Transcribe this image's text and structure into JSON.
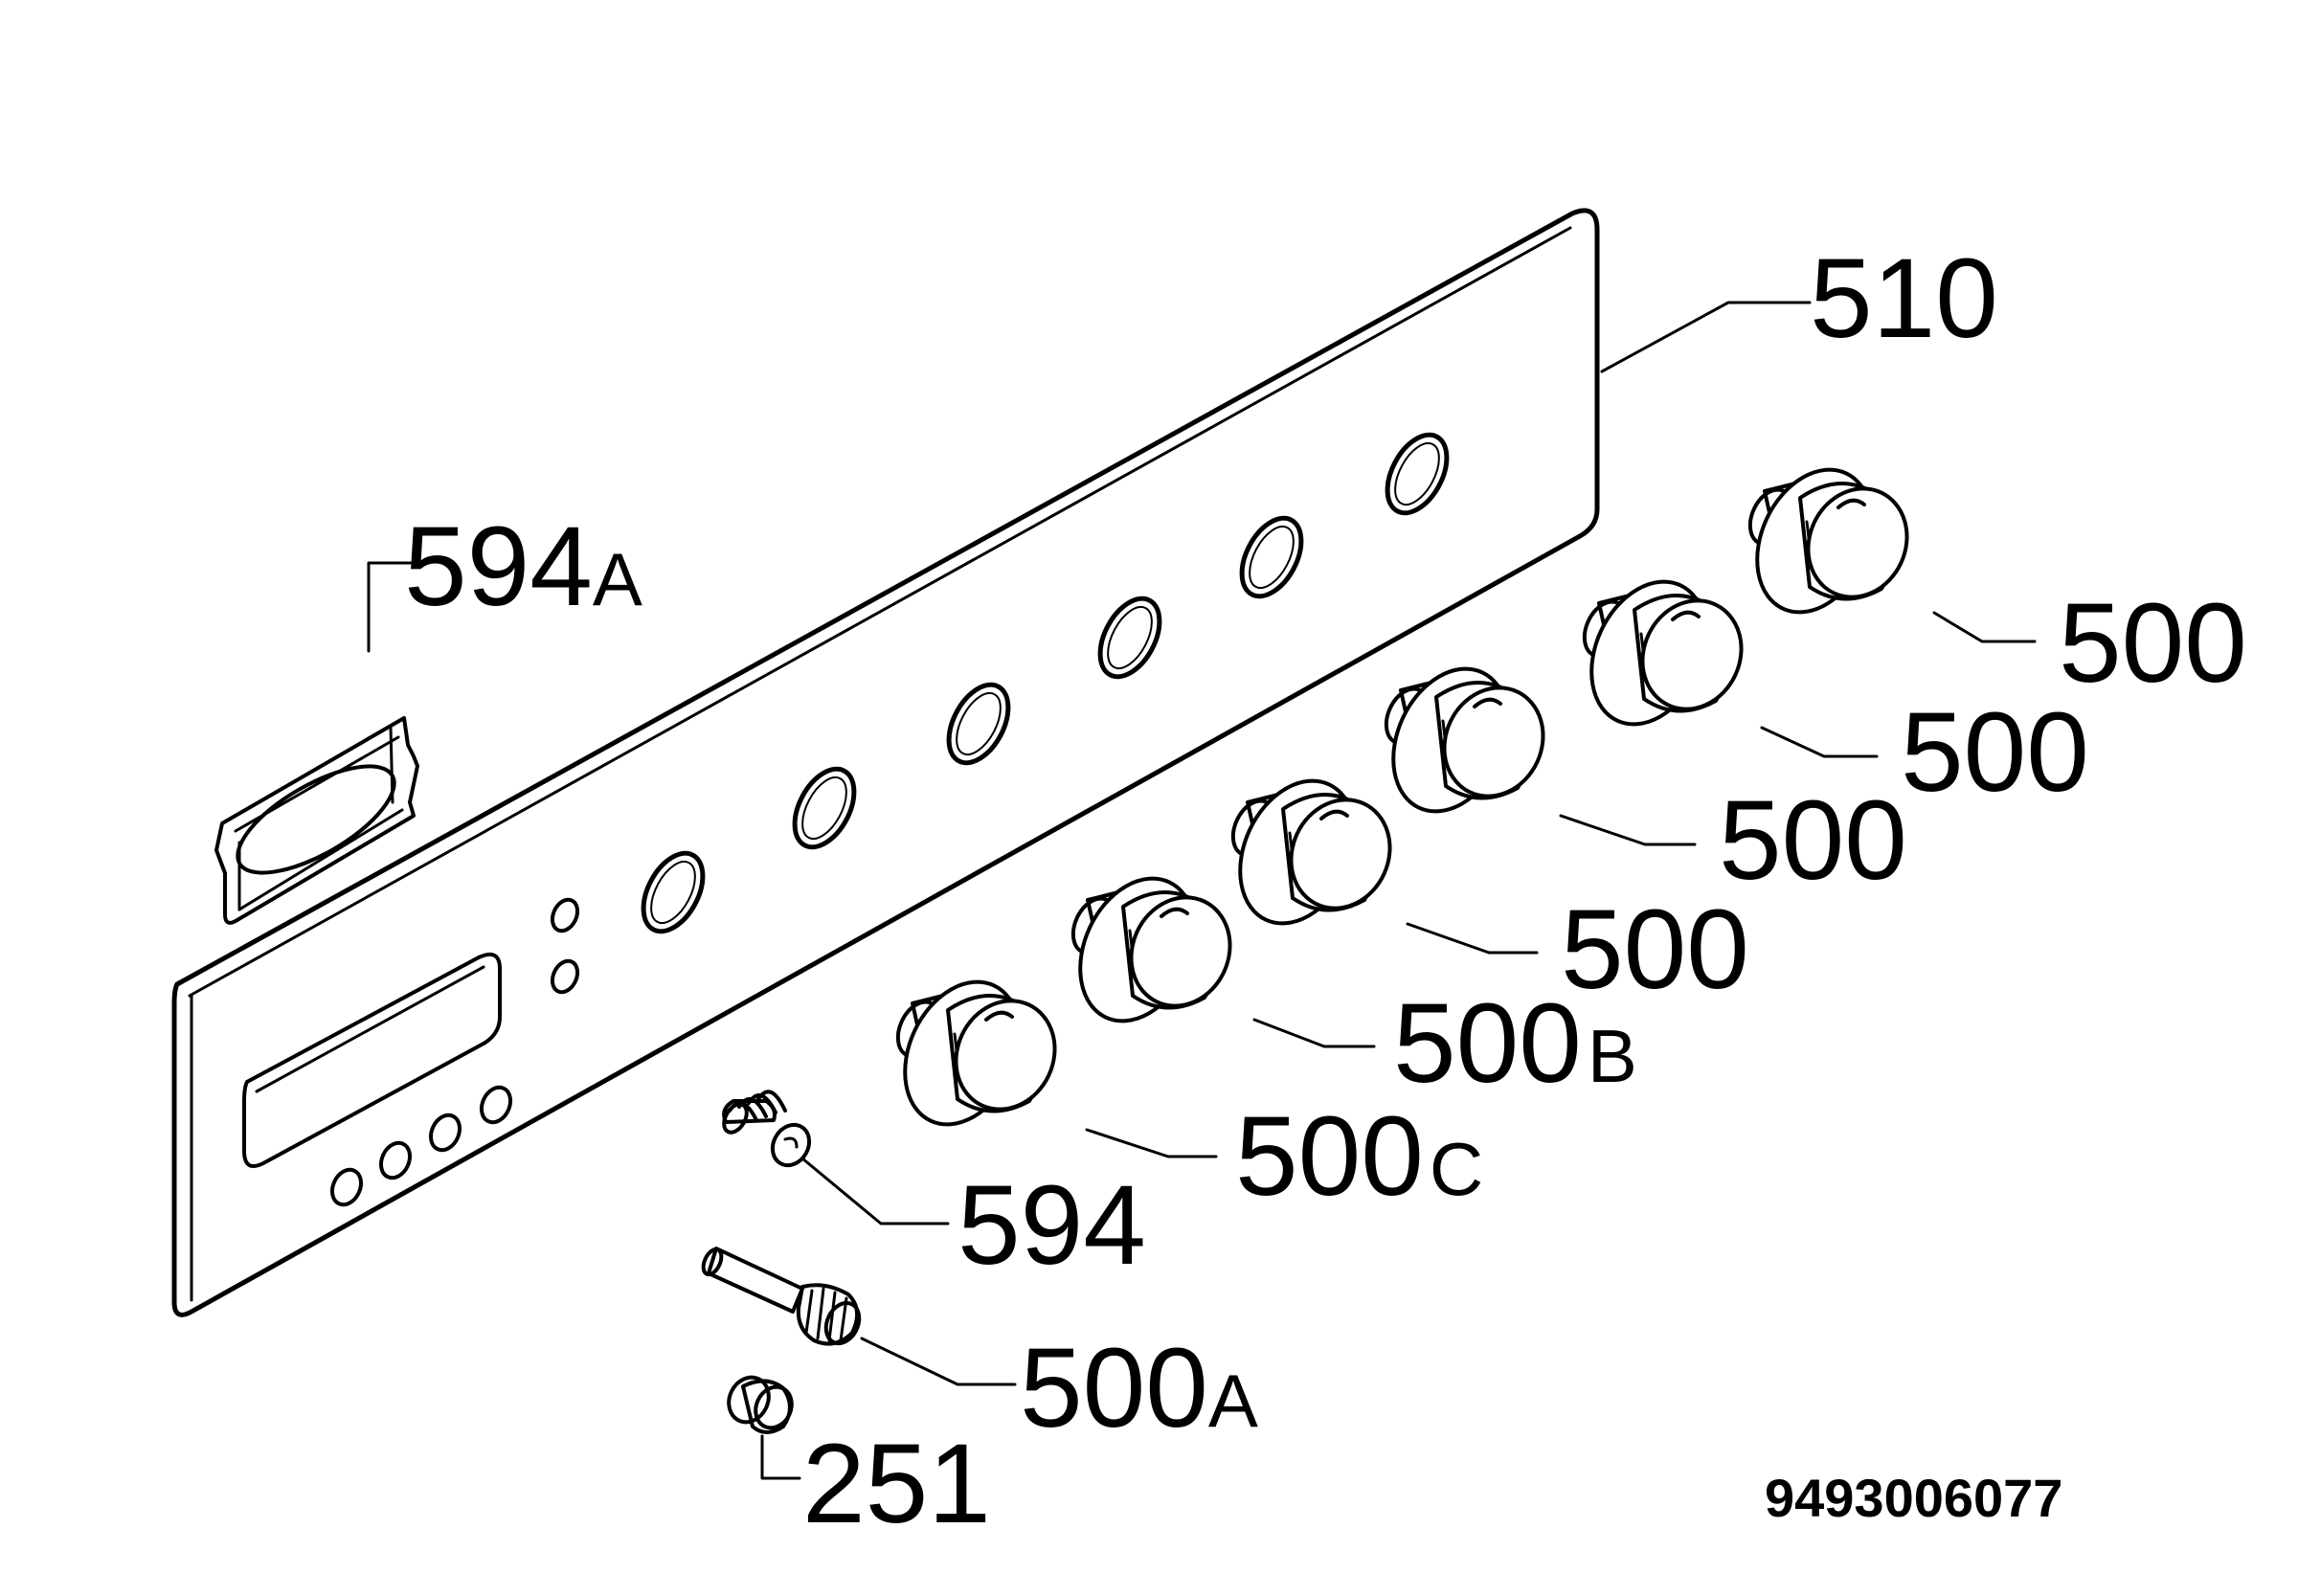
{
  "callouts": {
    "panel": "510",
    "insert": "594",
    "insert_suffix": "A",
    "knob_1": "500",
    "knob_2": "500",
    "knob_3": "500",
    "knob_4": "500",
    "knob_5": "500",
    "knob_5_suffix": "B",
    "knob_6": "500",
    "knob_6_suffix": "C",
    "spring": "594",
    "shaft": "500",
    "shaft_suffix": "A",
    "button": "251"
  },
  "document_number": "9493006077"
}
